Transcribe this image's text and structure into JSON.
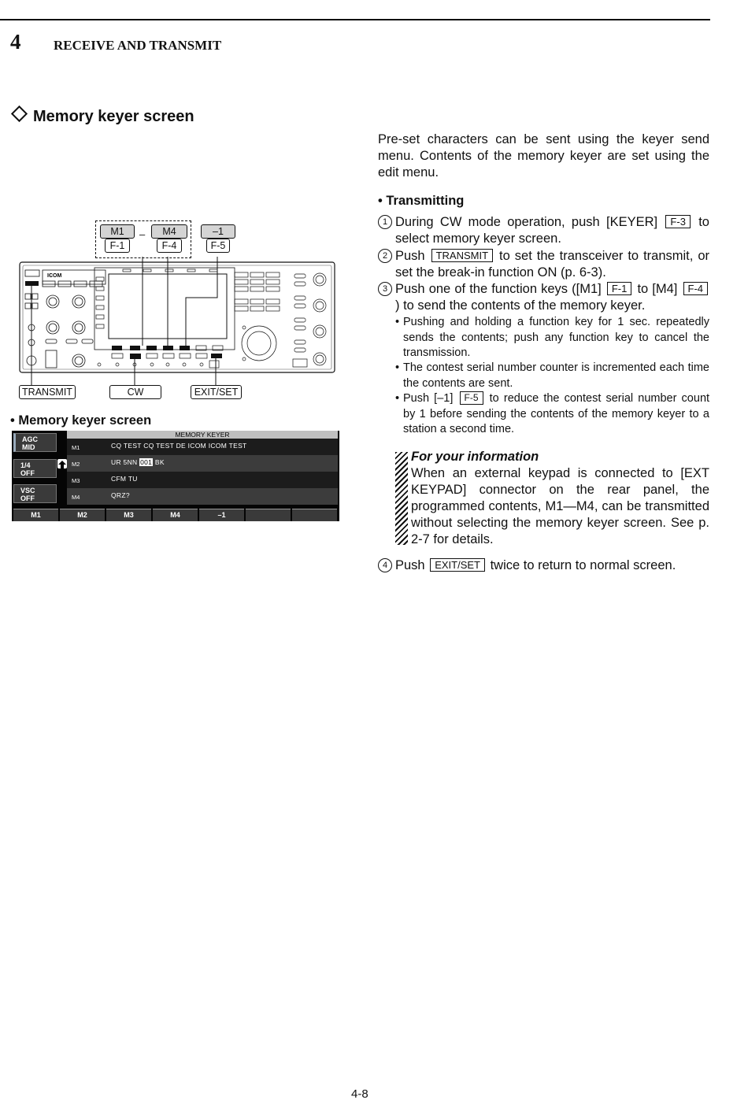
{
  "header": {
    "chapter_number": "4",
    "chapter_title": "RECEIVE AND TRANSMIT"
  },
  "section": {
    "title": "Memory keyer screen"
  },
  "intro": "Pre-set characters can be sent using the keyer send menu. Contents of the memory keyer are set using the edit menu.",
  "subheading": "Transmitting",
  "steps": {
    "s1": {
      "num": "1",
      "pre": "During CW mode operation, push [KEYER]",
      "key": "F-3",
      "post": "to select memory keyer screen."
    },
    "s2": {
      "num": "2",
      "pre": "Push",
      "key": "TRANSMIT",
      "post": "to set the transceiver to transmit, or set the break-in function ON (p. 6-3)."
    },
    "s3": {
      "num": "3",
      "pre": "Push one of the function keys ([M1]",
      "key1": "F-1",
      "mid": "to [M4]",
      "key2": "F-4",
      "post": ") to send the contents of the memory keyer."
    },
    "s4": {
      "num": "4",
      "pre": "Push",
      "key": "EXIT/SET",
      "post": "twice to return to normal screen."
    }
  },
  "bullets": {
    "b1": "Pushing and holding a function key for 1 sec. repeatedly sends the contents; push any function key to cancel the transmission.",
    "b2": "The contest serial number counter is incremented each time the contents are sent.",
    "b3_pre": "Push [–1]",
    "b3_key": "F-5",
    "b3_post": "to reduce the contest serial number count by 1 before sending the contents of the memory keyer to a station a second time."
  },
  "fyi": {
    "title": "For your information",
    "text": "When an external keypad is connected to [EXT KEYPAD] connector on the rear panel, the programmed contents, M1—M4, can be transmitted without selecting the memory keyer screen. See p. 2-7 for details."
  },
  "diagram": {
    "top_labels": {
      "m1": "M1",
      "m4": "M4",
      "minus1": "–1",
      "dash": "–",
      "f1": "F-1",
      "f4": "F-4",
      "f5": "F-5"
    },
    "brand": "ICOM",
    "bottom_labels": {
      "transmit": "TRANSMIT",
      "cw": "CW",
      "exitset": "EXIT/SET"
    }
  },
  "screen_caption": "Memory keyer screen",
  "screen": {
    "title": "MEMORY KEYER",
    "side": {
      "agc": {
        "l1": "AGC",
        "l2": "MID"
      },
      "quarter": {
        "l1": "1/4",
        "l2": "OFF"
      },
      "vsc": {
        "l1": "VSC",
        "l2": "OFF"
      }
    },
    "rows": [
      {
        "label": "M1",
        "text": "CQ  TEST  CQ  TEST  DE  ICOM  ICOM  TEST"
      },
      {
        "label": "M2",
        "pre": "UR  5NN",
        "highlight": "001",
        "post": "BK"
      },
      {
        "label": "M3",
        "text": "CFM  TU"
      },
      {
        "label": "M4",
        "text": "QRZ?"
      }
    ],
    "buttons": [
      "M1",
      "M2",
      "M3",
      "M4",
      "–1",
      "",
      ""
    ]
  },
  "page_number": "4-8"
}
